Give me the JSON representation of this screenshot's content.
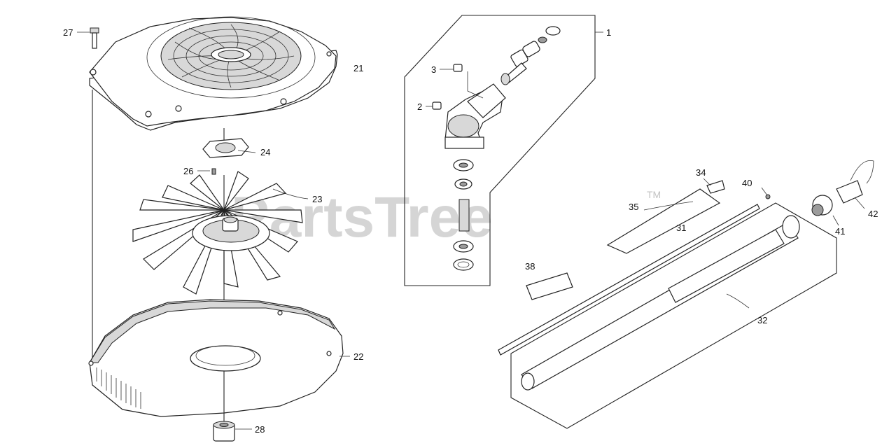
{
  "watermark": {
    "text": "PartsTree",
    "trademark": "TM"
  },
  "callouts": [
    {
      "id": "c27",
      "label": "27"
    },
    {
      "id": "c21",
      "label": "21"
    },
    {
      "id": "c24",
      "label": "24"
    },
    {
      "id": "c26",
      "label": "26"
    },
    {
      "id": "c23",
      "label": "23"
    },
    {
      "id": "c22",
      "label": "22"
    },
    {
      "id": "c28",
      "label": "28"
    },
    {
      "id": "c1",
      "label": "1"
    },
    {
      "id": "c3",
      "label": "3"
    },
    {
      "id": "c2",
      "label": "2"
    },
    {
      "id": "c34",
      "label": "34"
    },
    {
      "id": "c35",
      "label": "35"
    },
    {
      "id": "c31",
      "label": "31"
    },
    {
      "id": "c40",
      "label": "40"
    },
    {
      "id": "c41",
      "label": "41"
    },
    {
      "id": "c42",
      "label": "42"
    },
    {
      "id": "c38",
      "label": "38"
    },
    {
      "id": "c32",
      "label": "32"
    }
  ]
}
